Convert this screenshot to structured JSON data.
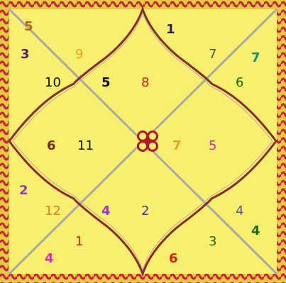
{
  "colors": {
    "chart_background": "#f6f06e",
    "border_red": "#c0243a",
    "border_gold": "#e8c840",
    "diagonal_lines": "#a8a8a8",
    "lotus_lines": "#8a2a2a",
    "center_ornament": "#b01828"
  },
  "center_ornament_icon": "lotus-knot-icon",
  "labels": [
    {
      "text": "5",
      "color": "#b5651d",
      "bold": true
    },
    {
      "text": "1",
      "color": "#2a1a6e",
      "bold": true
    },
    {
      "text": "3",
      "color": "#5b1a7a",
      "bold": true
    },
    {
      "text": "9",
      "color": "#f0a020",
      "bold": false
    },
    {
      "text": "7",
      "color": "#555555",
      "bold": false
    },
    {
      "text": "7",
      "color": "#1a8a8a",
      "bold": true
    },
    {
      "text": "10",
      "color": "#111111",
      "bold": false
    },
    {
      "text": "5",
      "color": "#111111",
      "bold": true
    },
    {
      "text": "8",
      "color": "#e01818",
      "bold": false
    },
    {
      "text": "6",
      "color": "#1a6a1a",
      "bold": false
    },
    {
      "text": "6",
      "color": "#7a2a2a",
      "bold": true
    },
    {
      "text": "11",
      "color": "#111111",
      "bold": false
    },
    {
      "text": "7",
      "color": "#f0a020",
      "bold": true
    },
    {
      "text": "5",
      "color": "#e020c0",
      "bold": false
    },
    {
      "text": "2",
      "color": "#9a3ab0",
      "bold": true
    },
    {
      "text": "12",
      "color": "#f07a20",
      "bold": false
    },
    {
      "text": "4",
      "color": "#a030d0",
      "bold": true
    },
    {
      "text": "2",
      "color": "#3a3aa0",
      "bold": false
    },
    {
      "text": "4",
      "color": "#4a5aa0",
      "bold": false
    },
    {
      "text": "1",
      "color": "#e01818",
      "bold": false
    },
    {
      "text": "3",
      "color": "#1a6a1a",
      "bold": false
    },
    {
      "text": "4",
      "color": "#1a6a1a",
      "bold": true
    },
    {
      "text": "4",
      "color": "#f020c0",
      "bold": true
    },
    {
      "text": "6",
      "color": "#e01818",
      "bold": true
    }
  ]
}
